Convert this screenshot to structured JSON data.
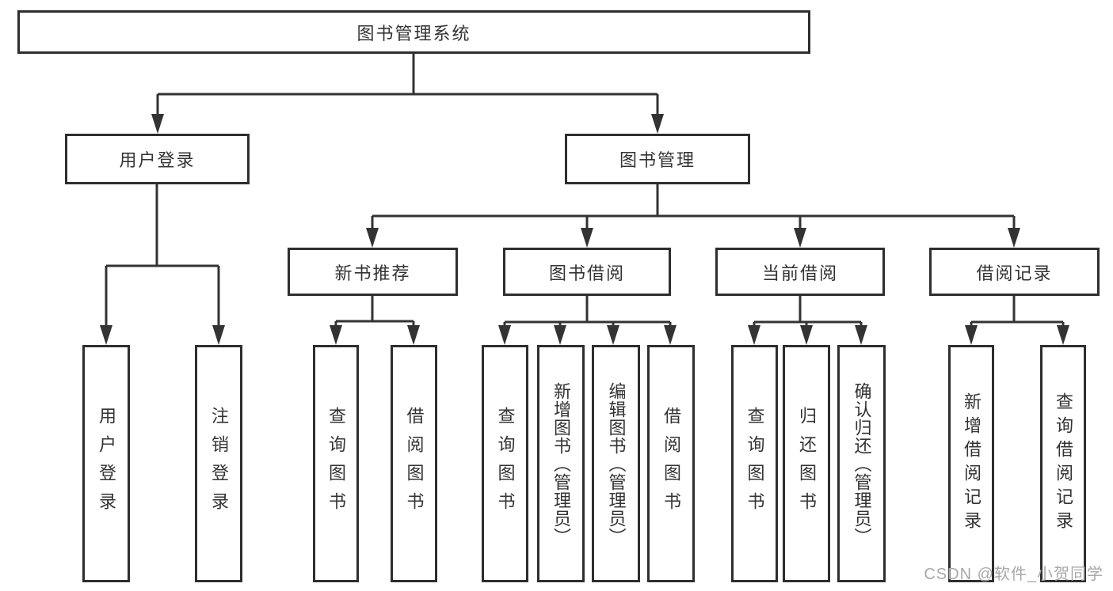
{
  "tree": {
    "label": "图书管理系统",
    "children": [
      {
        "label": "用户登录",
        "children": [
          {
            "label": "用户登录"
          },
          {
            "label": "注销登录"
          }
        ]
      },
      {
        "label": "图书管理",
        "children": [
          {
            "label": "新书推荐",
            "children": [
              {
                "label": "查询图书"
              },
              {
                "label": "借阅图书"
              }
            ]
          },
          {
            "label": "图书借阅",
            "children": [
              {
                "label": "查询图书"
              },
              {
                "label": "新增图书（管理员）"
              },
              {
                "label": "编辑图书（管理员）"
              },
              {
                "label": "借阅图书"
              }
            ]
          },
          {
            "label": "当前借阅",
            "children": [
              {
                "label": "查询图书"
              },
              {
                "label": "归还图书"
              },
              {
                "label": "确认归还（管理员）"
              }
            ]
          },
          {
            "label": "借阅记录",
            "children": [
              {
                "label": "新增借阅记录"
              },
              {
                "label": "查询借阅记录"
              }
            ]
          }
        ]
      }
    ]
  },
  "watermark": {
    "text": "CSDN @软件_小贺同学"
  },
  "colors": {
    "line": "#333333",
    "border": "#2e2e2e",
    "text": "#333333",
    "background": "#ffffff",
    "watermark": "#a8a8a8"
  }
}
